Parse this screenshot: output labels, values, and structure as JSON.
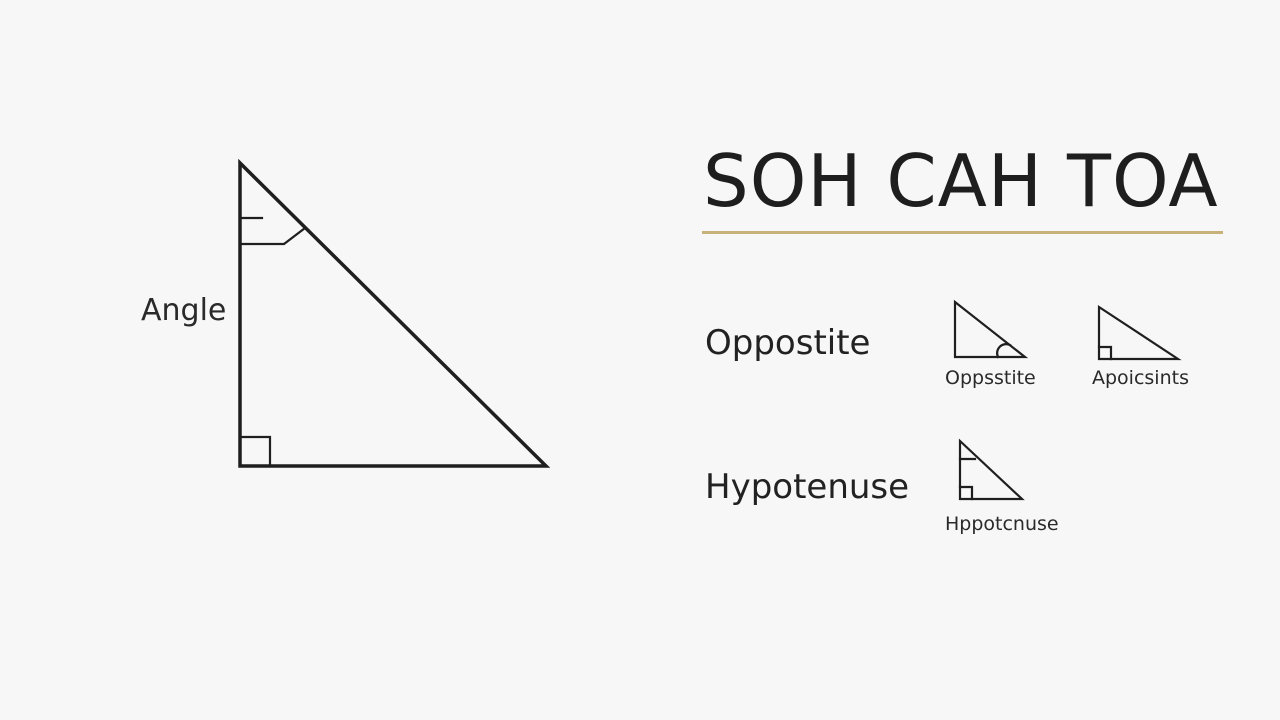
{
  "main_figure": {
    "angle_label": "Angle"
  },
  "title": "SOH CAH TOA",
  "title_rule_color": "#c9b27a",
  "terms": [
    {
      "label": "Oppostite"
    },
    {
      "label": "Hypotenuse"
    }
  ],
  "mini_triangles": [
    {
      "caption": "Oppsstite"
    },
    {
      "caption": "Apoicsints"
    },
    {
      "caption": "Hppotcnuse"
    }
  ]
}
